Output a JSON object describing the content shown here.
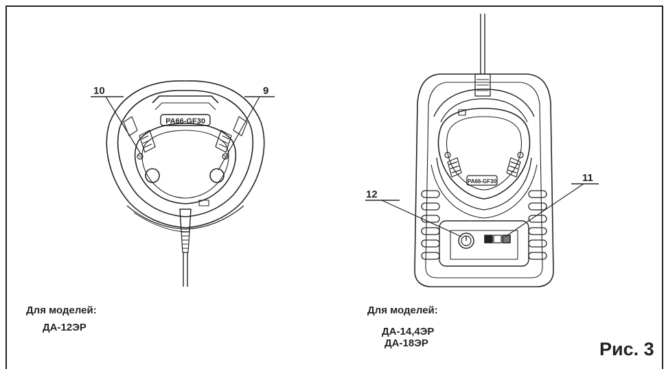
{
  "callouts": {
    "c9": "9",
    "c10": "10",
    "c11": "11",
    "c12": "12"
  },
  "markings": {
    "left_charger": "PA66-GF30",
    "right_charger": "PA66-GF30"
  },
  "captions": {
    "left": {
      "heading": "Для моделей:",
      "models": [
        "ДА-12ЭР"
      ]
    },
    "right": {
      "heading": "Для моделей:",
      "models": [
        "ДА-14,4ЭР",
        "ДА-18ЭР"
      ]
    }
  },
  "figure_label": "Рис. 3",
  "colors": {
    "line": "#222222",
    "background": "#ffffff"
  }
}
